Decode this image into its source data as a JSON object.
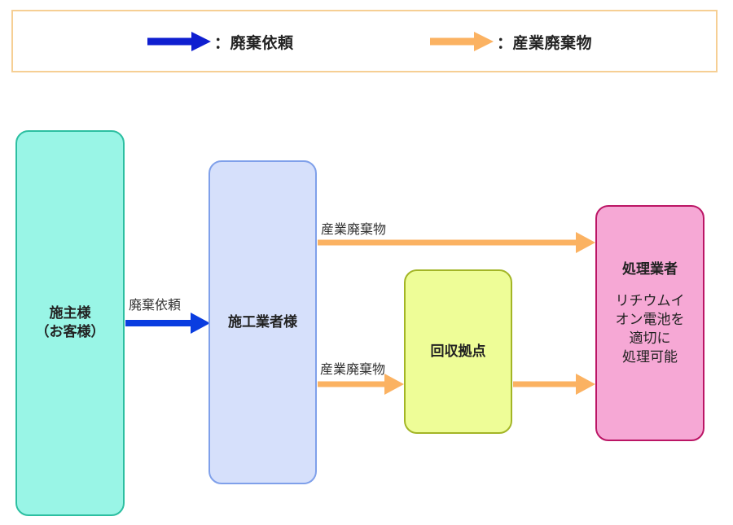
{
  "legend": {
    "items": [
      {
        "label": "：廃棄依頼",
        "color": "#0f1fd0"
      },
      {
        "label": "：産業廃棄物",
        "color": "#fbb262"
      }
    ]
  },
  "nodes": {
    "client": {
      "line1": "施主様",
      "line2": "（お客様）"
    },
    "contractor": {
      "label": "施工業者様"
    },
    "depot": {
      "label": "回収拠点"
    },
    "processor": {
      "label": "処理業者",
      "desc": [
        "リチウムイ",
        "オン電池を",
        "適切に",
        "処理可能"
      ]
    }
  },
  "edges": {
    "request": {
      "label": "廃棄依頼",
      "color": "#0a3de0"
    },
    "waste_direct": {
      "label": "産業廃棄物",
      "color": "#fbb262"
    },
    "waste_depot": {
      "label": "産業廃棄物",
      "color": "#fbb262"
    },
    "depot_to_proc": {
      "label": "",
      "color": "#fbb262"
    }
  }
}
